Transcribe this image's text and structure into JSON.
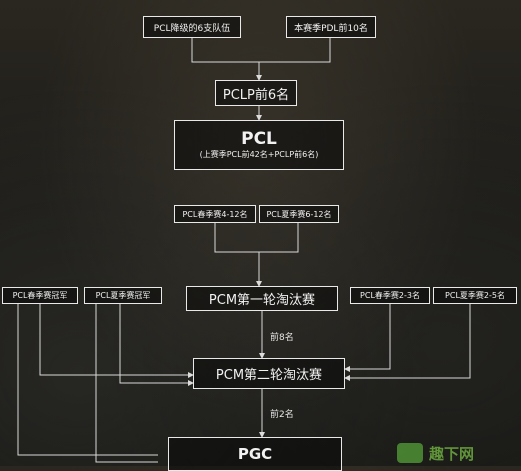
{
  "nodes": {
    "pcl_relegated": "PCL降级的6支队伍",
    "pdl_top10": "本赛季PDL前10名",
    "pclp_top6": "PCLP前6名",
    "pcl_title": "PCL",
    "pcl_sub": "(上赛季PCL前42名+PCLP前6名)",
    "pcl_spring_4_12": "PCL春季赛4-12名",
    "pcl_summer_6_12": "PCL夏季赛6-12名",
    "pcl_spring_champ": "PCL春季赛冠军",
    "pcl_summer_champ": "PCL夏季赛冠军",
    "pcm_round1": "PCM第一轮淘汰赛",
    "pcl_spring_2_3": "PCL春季赛2-3名",
    "pcl_summer_2_5": "PCL夏季赛2-5名",
    "pcm_round2": "PCM第二轮淘汰赛",
    "pgc": "PGC"
  },
  "edges": {
    "top8": "前8名",
    "top2": "前2名"
  },
  "watermark": "趣下网"
}
